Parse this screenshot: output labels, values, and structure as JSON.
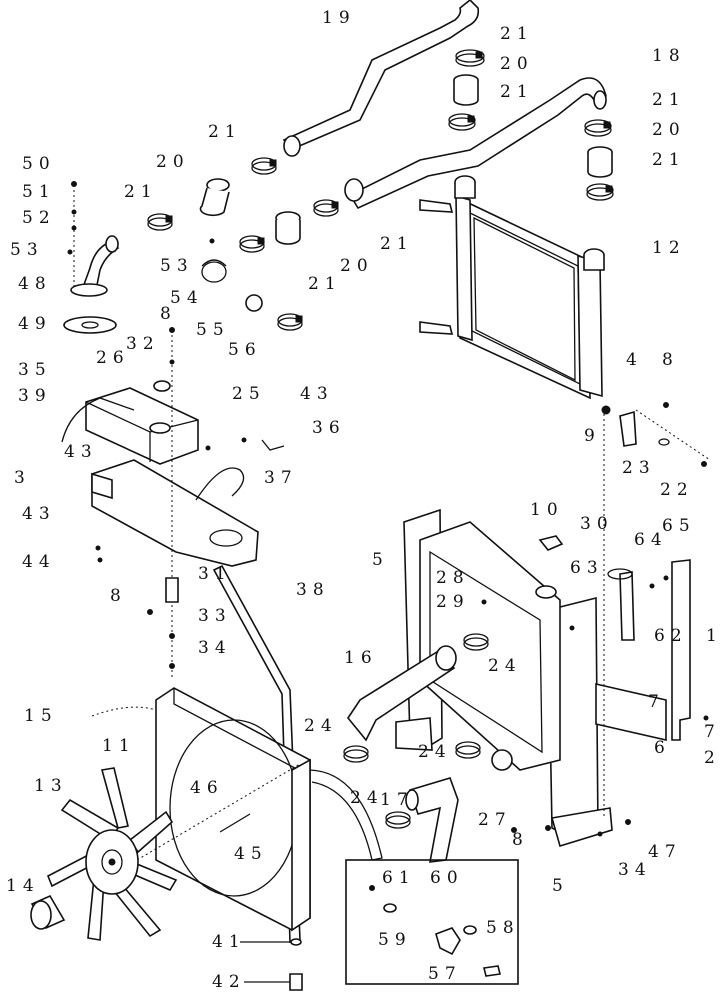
{
  "callouts": [
    {
      "id": "c19a",
      "text": "19"
    },
    {
      "id": "c21a",
      "text": "21"
    },
    {
      "id": "c20a",
      "text": "20"
    },
    {
      "id": "c21b",
      "text": "21"
    },
    {
      "id": "c18",
      "text": "18"
    },
    {
      "id": "c21c",
      "text": "21"
    },
    {
      "id": "c20b",
      "text": "20"
    },
    {
      "id": "c21d",
      "text": "21"
    },
    {
      "id": "c21e",
      "text": "21"
    },
    {
      "id": "c20c",
      "text": "20"
    },
    {
      "id": "c50",
      "text": "50"
    },
    {
      "id": "c51",
      "text": "51"
    },
    {
      "id": "c52",
      "text": "52"
    },
    {
      "id": "c53a",
      "text": "53"
    },
    {
      "id": "c48",
      "text": "48"
    },
    {
      "id": "c49",
      "text": "49"
    },
    {
      "id": "c21f",
      "text": "21"
    },
    {
      "id": "c21g",
      "text": "21"
    },
    {
      "id": "c20d",
      "text": "20"
    },
    {
      "id": "c53b",
      "text": "53"
    },
    {
      "id": "c54",
      "text": "54"
    },
    {
      "id": "c21h",
      "text": "21"
    },
    {
      "id": "c55",
      "text": "55"
    },
    {
      "id": "c56",
      "text": "56"
    },
    {
      "id": "c12",
      "text": "12"
    },
    {
      "id": "c8a",
      "text": "8"
    },
    {
      "id": "c32",
      "text": "32"
    },
    {
      "id": "c26",
      "text": "26"
    },
    {
      "id": "c35",
      "text": "35"
    },
    {
      "id": "c39",
      "text": "39"
    },
    {
      "id": "c25",
      "text": "25"
    },
    {
      "id": "c43a",
      "text": "43"
    },
    {
      "id": "c43b",
      "text": "43"
    },
    {
      "id": "c36",
      "text": "36"
    },
    {
      "id": "c37",
      "text": "37"
    },
    {
      "id": "c3",
      "text": "3"
    },
    {
      "id": "c43c",
      "text": "43"
    },
    {
      "id": "c44",
      "text": "44"
    },
    {
      "id": "c4",
      "text": "4"
    },
    {
      "id": "c8b",
      "text": "8"
    },
    {
      "id": "c9",
      "text": "9"
    },
    {
      "id": "c23",
      "text": "23"
    },
    {
      "id": "c22",
      "text": "22"
    },
    {
      "id": "c10",
      "text": "10"
    },
    {
      "id": "c5a",
      "text": "5"
    },
    {
      "id": "c30",
      "text": "30"
    },
    {
      "id": "c64",
      "text": "64"
    },
    {
      "id": "c65",
      "text": "65"
    },
    {
      "id": "c28",
      "text": "28"
    },
    {
      "id": "c29",
      "text": "29"
    },
    {
      "id": "c63",
      "text": "63"
    },
    {
      "id": "c31",
      "text": "31"
    },
    {
      "id": "c8c",
      "text": "8"
    },
    {
      "id": "c33",
      "text": "33"
    },
    {
      "id": "c38",
      "text": "38"
    },
    {
      "id": "c62",
      "text": "62"
    },
    {
      "id": "c1",
      "text": "1"
    },
    {
      "id": "c34a",
      "text": "34"
    },
    {
      "id": "c16",
      "text": "16"
    },
    {
      "id": "c24a",
      "text": "24"
    },
    {
      "id": "c7a",
      "text": "7"
    },
    {
      "id": "c15",
      "text": "15"
    },
    {
      "id": "c11",
      "text": "11"
    },
    {
      "id": "c24b",
      "text": "24"
    },
    {
      "id": "c7b",
      "text": "7"
    },
    {
      "id": "c24c",
      "text": "24"
    },
    {
      "id": "c6",
      "text": "6"
    },
    {
      "id": "c2",
      "text": "2"
    },
    {
      "id": "c13",
      "text": "13"
    },
    {
      "id": "c46",
      "text": "46"
    },
    {
      "id": "c17",
      "text": "17"
    },
    {
      "id": "c24d",
      "text": "24"
    },
    {
      "id": "c27",
      "text": "27"
    },
    {
      "id": "c8d",
      "text": "8"
    },
    {
      "id": "c45",
      "text": "45"
    },
    {
      "id": "c47",
      "text": "47"
    },
    {
      "id": "c34b",
      "text": "34"
    },
    {
      "id": "c5b",
      "text": "5"
    },
    {
      "id": "c14",
      "text": "14"
    },
    {
      "id": "c61",
      "text": "61"
    },
    {
      "id": "c60",
      "text": "60"
    },
    {
      "id": "c59",
      "text": "59"
    },
    {
      "id": "c58",
      "text": "58"
    },
    {
      "id": "c57",
      "text": "57"
    },
    {
      "id": "c41",
      "text": "41"
    },
    {
      "id": "c42",
      "text": "42"
    }
  ]
}
